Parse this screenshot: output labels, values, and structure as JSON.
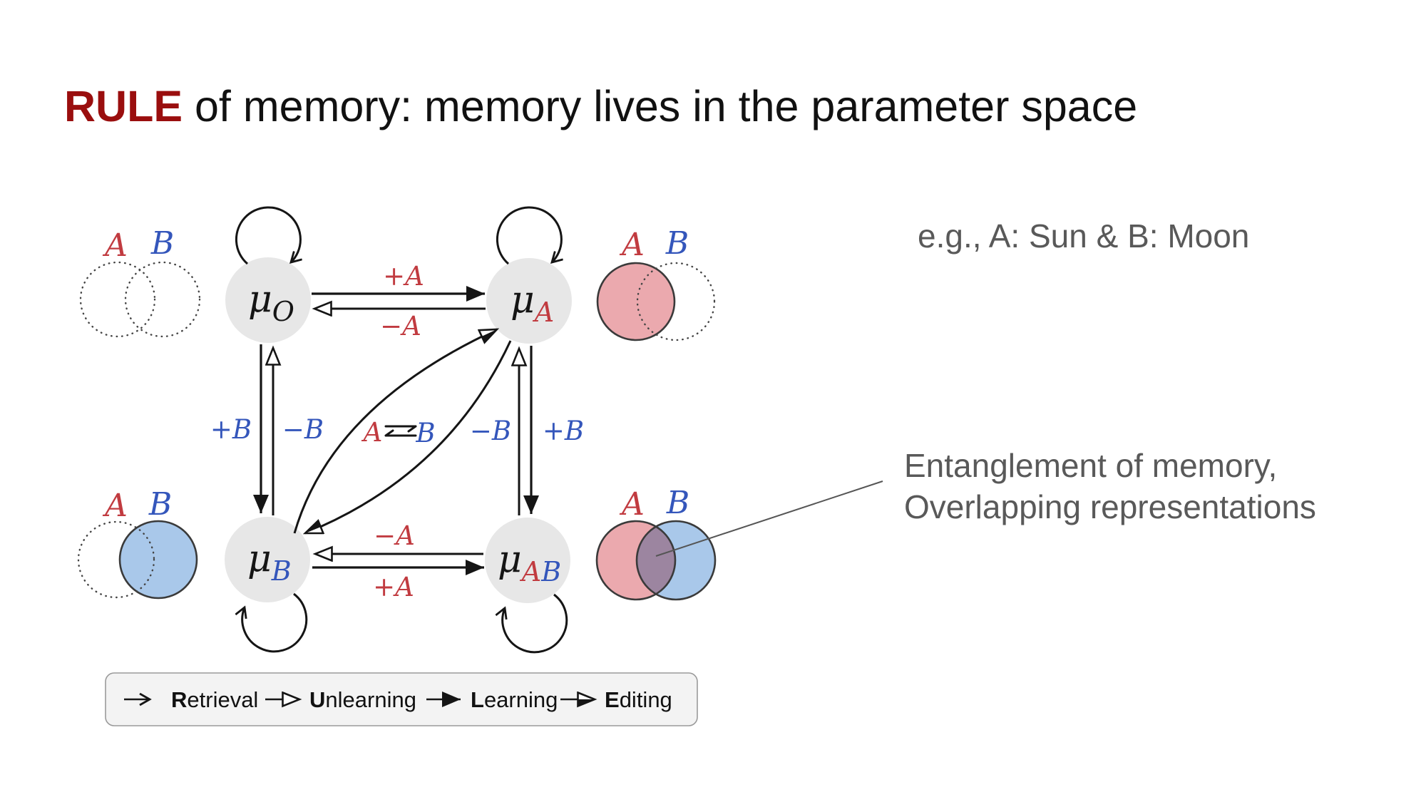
{
  "title": {
    "highlight": "RULE",
    "rest": " of memory: memory lives in the parameter space"
  },
  "annotations": {
    "example": "e.g., A: Sun & B: Moon",
    "entanglement": [
      "Entanglement of memory,",
      "Overlapping representations"
    ]
  },
  "colors": {
    "title_highlight": "#9a0e0e",
    "note_gray": "#595959",
    "red": "#c13b40",
    "blue": "#3456bb",
    "ink": "#151515",
    "node_fill": "#e7e7e7",
    "venn_pink": "#eba9ae",
    "venn_blue": "#a9c8ea"
  },
  "diagram": {
    "venn_label_a": "A",
    "venn_label_b": "B",
    "nodes": {
      "o": {
        "base": "μ",
        "sub": "O"
      },
      "a": {
        "base": "μ",
        "sub": "A"
      },
      "b": {
        "base": "μ",
        "sub": "B"
      },
      "ab": {
        "base": "μ",
        "sub_a": "A",
        "sub_b": "B"
      }
    },
    "edge_labels": {
      "plus_a": "+A",
      "minus_a": "−A",
      "plus_b": "+B",
      "minus_b": "−B",
      "exchange_a": "A",
      "exchange_b": "B"
    },
    "legend": {
      "items": [
        {
          "initial": "R",
          "rest": "etrieval"
        },
        {
          "initial": "U",
          "rest": "nlearning"
        },
        {
          "initial": "L",
          "rest": "earning"
        },
        {
          "initial": "E",
          "rest": "diting"
        }
      ]
    }
  }
}
